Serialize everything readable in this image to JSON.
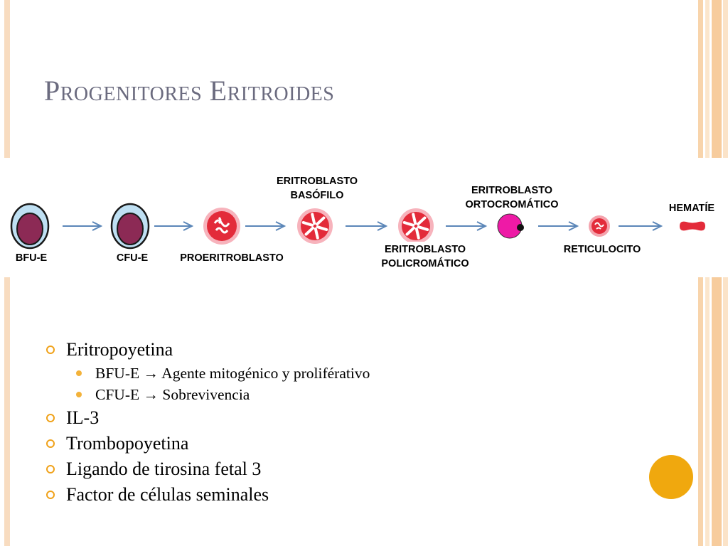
{
  "title": "Progenitores Eritroides",
  "diagram": {
    "stages": [
      {
        "label_lines": [
          "BFU-E"
        ]
      },
      {
        "label_lines": [
          "CFU-E"
        ]
      },
      {
        "label_lines": [
          "PROERITROBLASTO"
        ]
      },
      {
        "label_lines": [
          "ERITROBLASTO",
          "BASÓFILO"
        ]
      },
      {
        "label_lines": [
          "ERITROBLASTO",
          "POLICROMÁTICO"
        ]
      },
      {
        "label_lines": [
          "ERITROBLASTO",
          "ORTOCROMÁTICO"
        ]
      },
      {
        "label_lines": [
          "RETICULOCITO"
        ]
      },
      {
        "label_lines": [
          "HEMATÍE"
        ]
      }
    ]
  },
  "bullets": [
    {
      "text": "Eritropoyetina",
      "sub": [
        "BFU-E → Agente mitogénico y proliférativo",
        "CFU-E → Sobrevivencia"
      ]
    },
    {
      "text": "IL-3",
      "sub": []
    },
    {
      "text": "Trombopoyetina",
      "sub": []
    },
    {
      "text": "Ligando de tirosina fetal 3",
      "sub": []
    },
    {
      "text": "Factor de células seminales",
      "sub": []
    }
  ],
  "colors": {
    "accent": "#f0a80e",
    "stripe": "#f8d9b6",
    "title": "#6b6b7f",
    "cell_dark": "#8c2a55",
    "cell_red": "#e32b3a",
    "cell_pink": "#ee1aa6",
    "arrow": "#5b86b8"
  }
}
